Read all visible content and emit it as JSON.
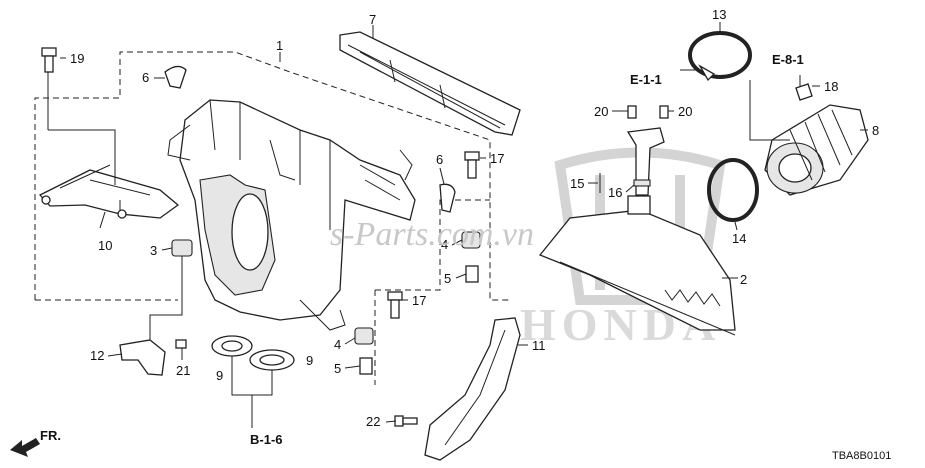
{
  "diagram": {
    "callouts": {
      "c1": "1",
      "c2": "2",
      "c3": "3",
      "c4a": "4",
      "c4b": "4",
      "c5a": "5",
      "c5b": "5",
      "c6a": "6",
      "c6b": "6",
      "c7": "7",
      "c8": "8",
      "c9a": "9",
      "c9b": "9",
      "c10": "10",
      "c11": "11",
      "c12": "12",
      "c13": "13",
      "c14": "14",
      "c15": "15",
      "c16": "16",
      "c17a": "17",
      "c17b": "17",
      "c18": "18",
      "c19": "19",
      "c20a": "20",
      "c20b": "20",
      "c21": "21",
      "c22": "22"
    },
    "references": {
      "e11": "E-1-1",
      "e81": "E-8-1",
      "b16": "B-1-6"
    },
    "front_marker": "FR.",
    "watermark": "s-Parts.com.vn",
    "brand_watermark": "HONDA",
    "diagram_code": "TBA8B0101"
  }
}
